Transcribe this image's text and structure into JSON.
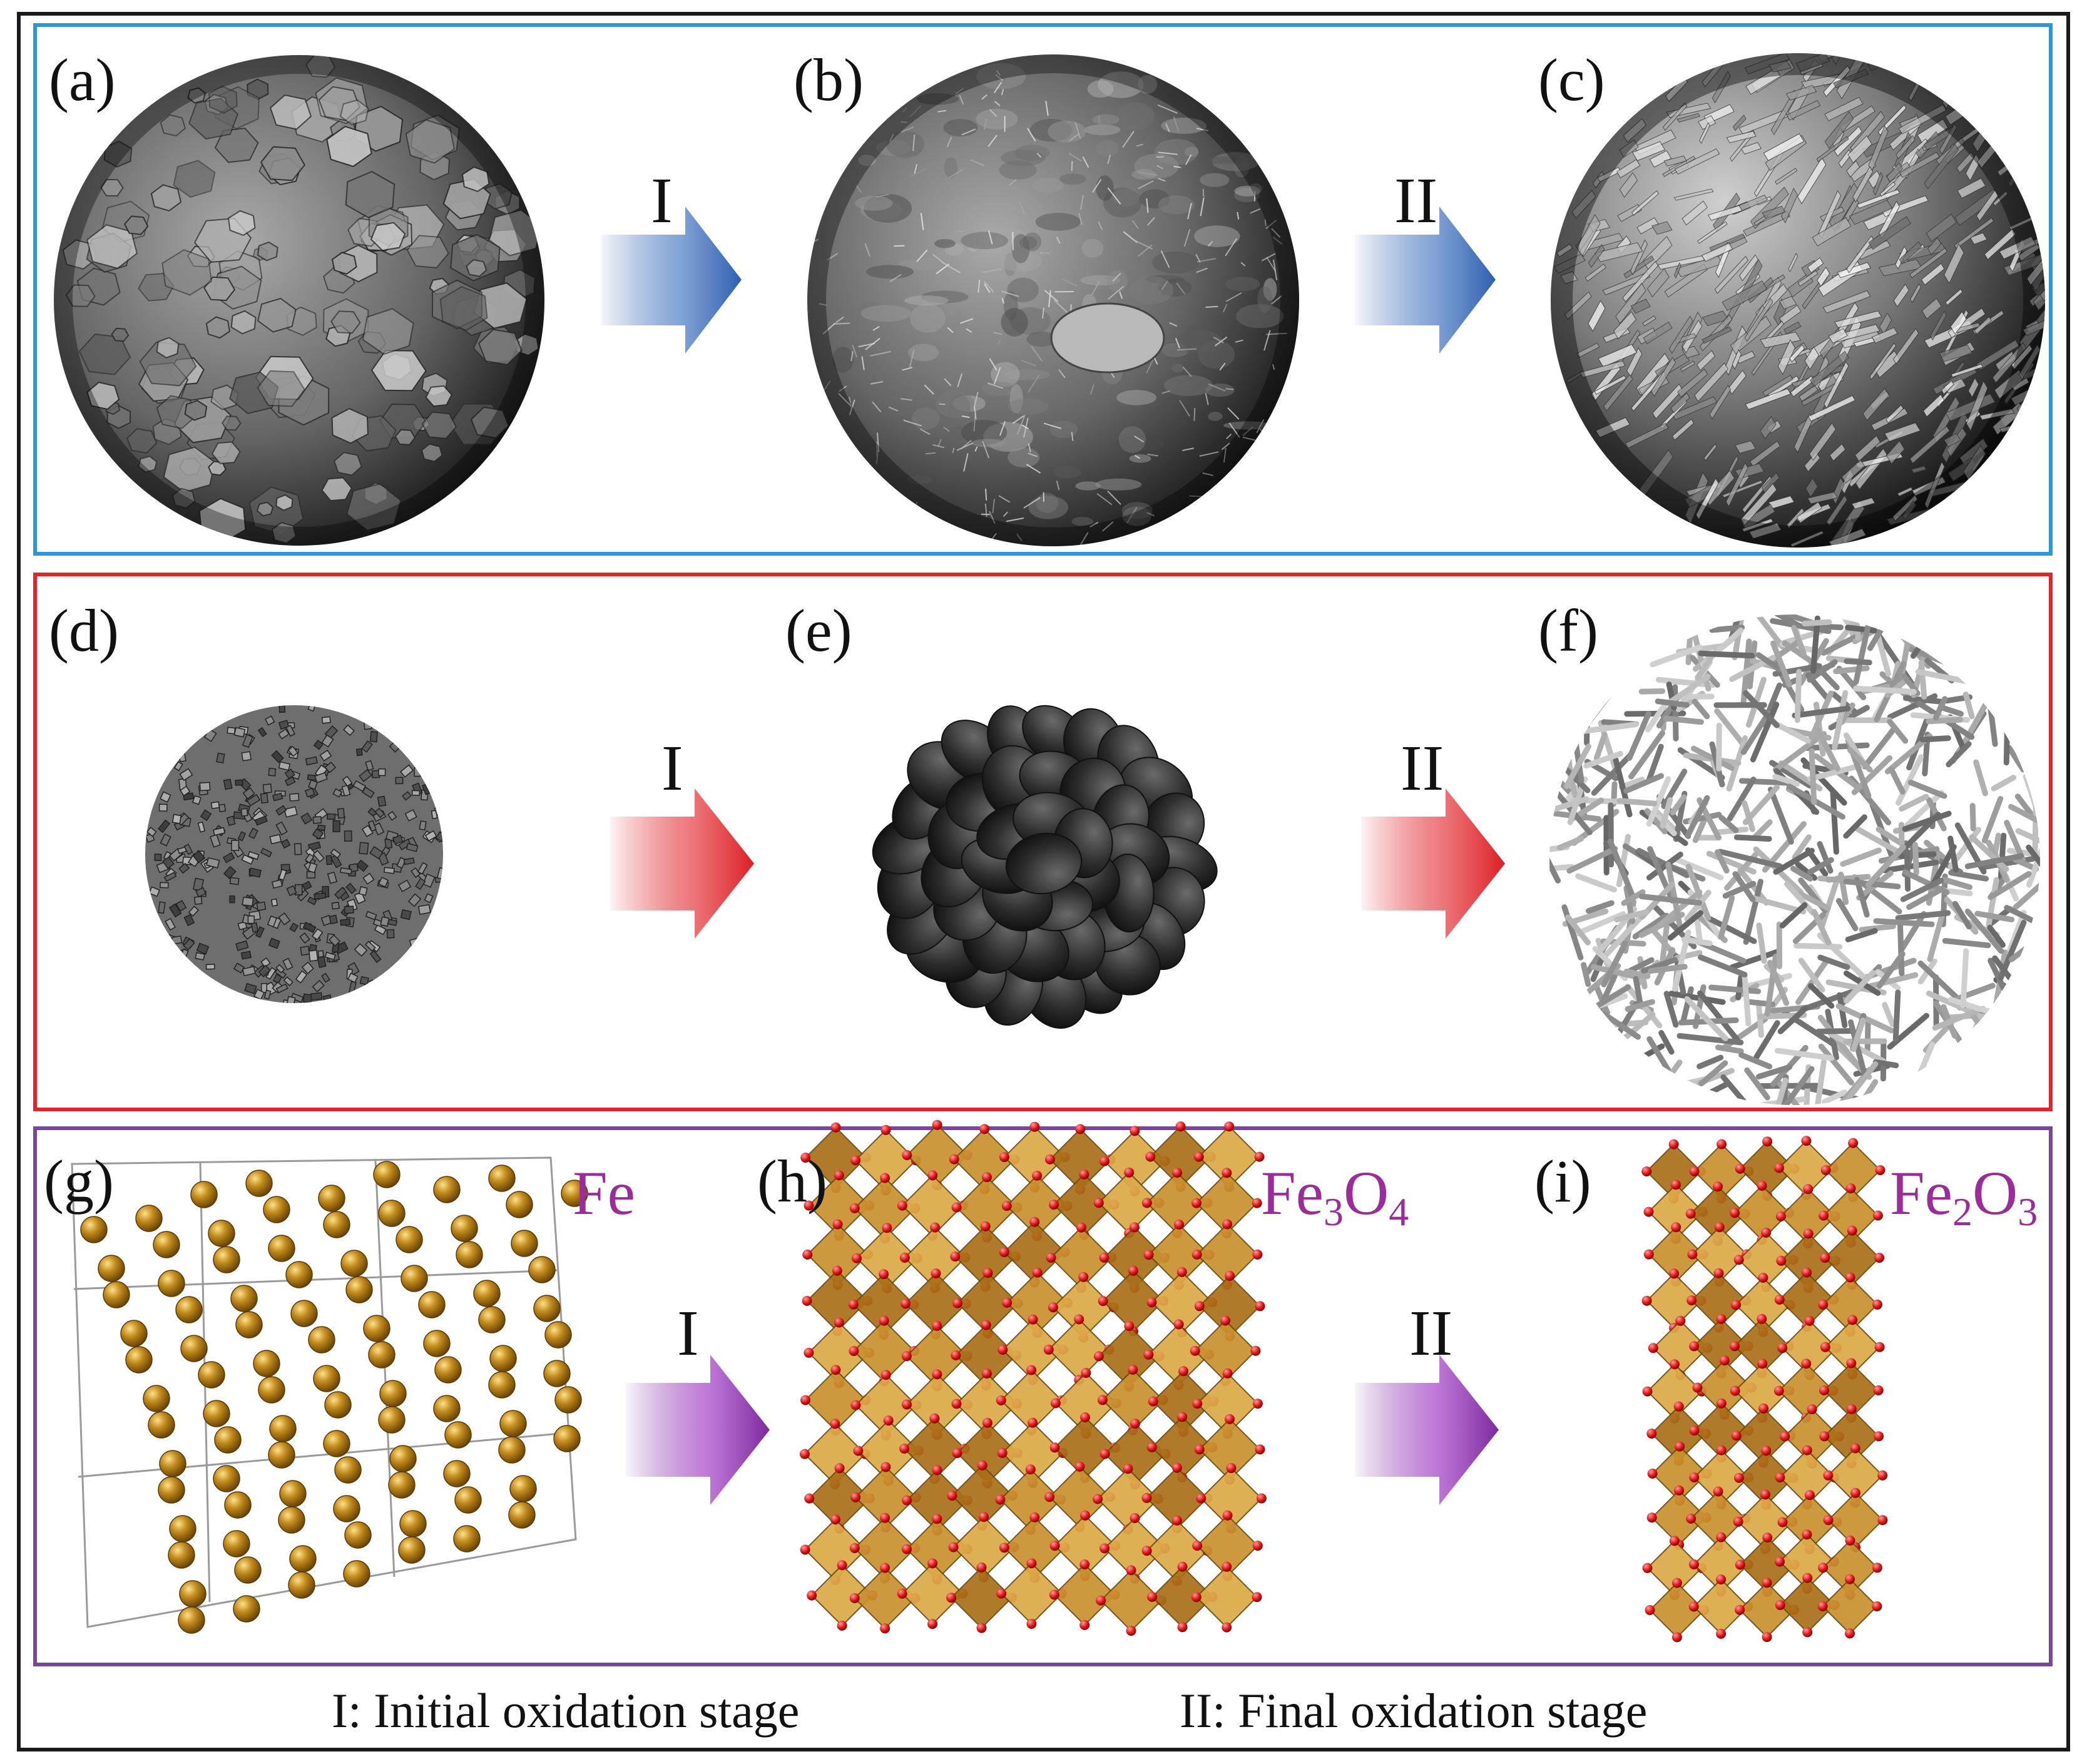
{
  "panels": {
    "a": "(a)",
    "b": "(b)",
    "c": "(c)",
    "d": "(d)",
    "e": "(e)",
    "f": "(f)",
    "g": "(g)",
    "h": "(h)",
    "i": "(i)"
  },
  "stages": {
    "first": "I",
    "second": "II"
  },
  "formulas": {
    "fe": "Fe",
    "fe3o4": {
      "base1": "Fe",
      "sub1": "3",
      "base2": "O",
      "sub2": "4"
    },
    "fe2o3": {
      "base1": "Fe",
      "sub1": "2",
      "base2": "O",
      "sub2": "3"
    }
  },
  "legend": {
    "stage1": "I: Initial oxidation stage",
    "stage2": "II: Final oxidation stage"
  },
  "colors": {
    "row1_border": "#2e95d6",
    "row2_border": "#e0262b",
    "row3_border": "#7a4696",
    "arrow_row1": "#2f5fb0",
    "arrow_row2": "#dd1f26",
    "arrow_row3": "#7b2a9c",
    "formula": "#9b2d9b",
    "fe_atom": "#b07a12",
    "oxygen_atom": "#e01b1b",
    "polyhedron": "#c18a2a"
  }
}
